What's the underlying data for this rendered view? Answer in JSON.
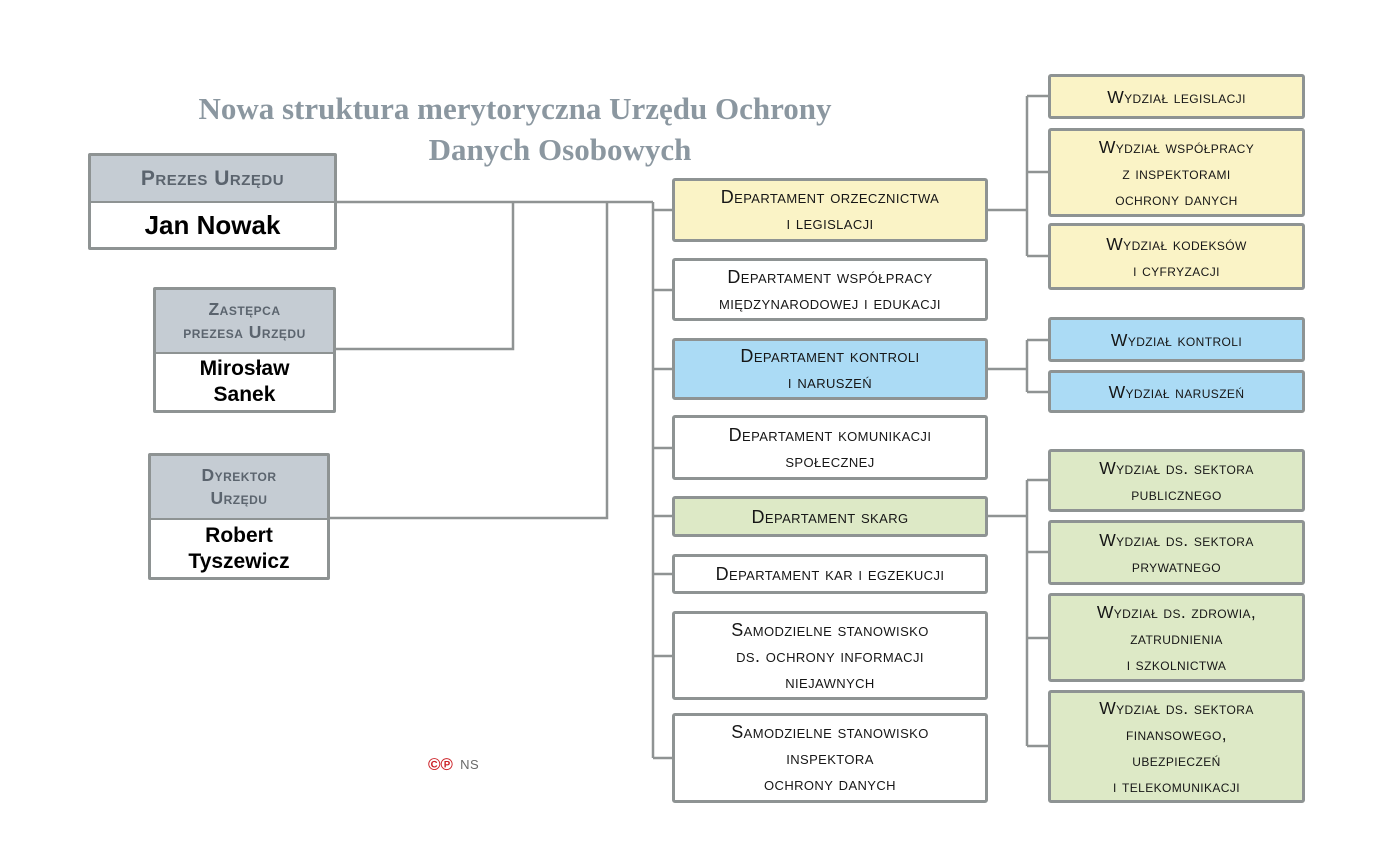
{
  "title": {
    "line1": "Nowa struktura merytoryczna Urzędu Ochrony",
    "line2": "Danych Osobowych"
  },
  "leadership": [
    {
      "role": "Prezes Urzędu",
      "name": "Jan Nowak"
    },
    {
      "role": "Zastępca\nprezesa Urzędu",
      "name": "Mirosław\nSanek"
    },
    {
      "role": "Dyrektor\nUrzędu",
      "name": "Robert\nTyszewicz"
    }
  ],
  "departments": [
    {
      "label": "Departament orzecznictwa\ni legislacji",
      "color": "#faf3c6"
    },
    {
      "label": "Departament współpracy\nmiędzynarodowej i edukacji",
      "color": "#ffffff"
    },
    {
      "label": "Departament kontroli\ni naruszeń",
      "color": "#abdbf5"
    },
    {
      "label": "Departament komunikacji\nspołecznej",
      "color": "#ffffff"
    },
    {
      "label": "Departament skarg",
      "color": "#dde9c6"
    },
    {
      "label": "Departament kar i egzekucji",
      "color": "#ffffff"
    },
    {
      "label": "Samodzielne stanowisko\nds. ochrony informacji\nniejawnych",
      "color": "#ffffff"
    },
    {
      "label": "Samodzielne stanowisko\ninspektora\nochrony danych",
      "color": "#ffffff"
    }
  ],
  "divisions": [
    {
      "label": "Wydział legislacji",
      "group": "orzecznictwa-i-legislacji",
      "color": "#faf3c6"
    },
    {
      "label": "Wydział współpracy\nz inspektorami\nochrony danych",
      "group": "orzecznictwa-i-legislacji",
      "color": "#faf3c6"
    },
    {
      "label": "Wydział kodeksów\ni cyfryzacji",
      "group": "orzecznictwa-i-legislacji",
      "color": "#faf3c6"
    },
    {
      "label": "Wydział kontroli",
      "group": "kontroli-i-naruszen",
      "color": "#abdbf5"
    },
    {
      "label": "Wydział naruszeń",
      "group": "kontroli-i-naruszen",
      "color": "#abdbf5"
    },
    {
      "label": "Wydział ds. sektora\npublicznego",
      "group": "skarg",
      "color": "#dde9c6"
    },
    {
      "label": "Wydział ds. sektora\nprywatnego",
      "group": "skarg",
      "color": "#dde9c6"
    },
    {
      "label": "Wydział ds. zdrowia,\nzatrudnienia\ni szkolnictwa",
      "group": "skarg",
      "color": "#dde9c6"
    },
    {
      "label": "Wydział ds. sektora\nfinansowego,\nubezpieczeń\ni telekomunikacji",
      "group": "skarg",
      "color": "#dde9c6"
    }
  ],
  "watermark": {
    "copyright_symbol": "©",
    "phonogram_symbol": "℗",
    "initials": "NS"
  },
  "colors": {
    "title_text": "#8b97a0",
    "leadership_header_bg": "#c5ccd3",
    "leadership_header_text": "#5b646e",
    "box_border": "#8e9393",
    "connector_line": "#8f9393",
    "yellow_fill": "#faf3c6",
    "blue_fill": "#abdbf5",
    "green_fill": "#dde9c6",
    "watermark_red": "#cc2127"
  }
}
